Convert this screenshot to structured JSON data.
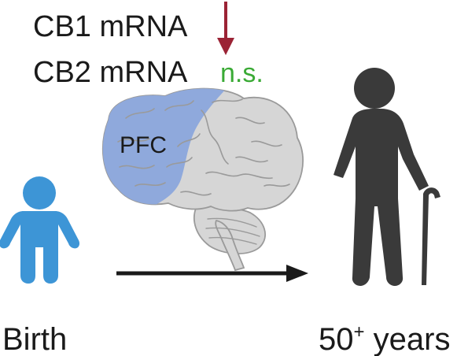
{
  "labels": {
    "cb1": "CB1 mRNA",
    "cb2": "CB2 mRNA",
    "ns": "n.s.",
    "pfc": "PFC",
    "birth": "Birth",
    "age_number": "50",
    "age_sup": "+",
    "age_unit": " years"
  },
  "colors": {
    "text": "#1a1a1a",
    "down_arrow": "#9b2335",
    "ns_text": "#3aaa35",
    "pfc_region": "#8fa9dc",
    "brain_fill": "#d6d6d6",
    "brain_outline": "#9a9a9a",
    "child_figure": "#3d95d6",
    "elderly_figure": "#3a3a3a",
    "timeline_arrow": "#1a1a1a"
  },
  "icons": {
    "down_arrow": "down-arrow-icon",
    "brain": "brain-icon",
    "child": "child-icon",
    "elderly": "elderly-person-icon",
    "timeline": "timeline-arrow-icon"
  }
}
